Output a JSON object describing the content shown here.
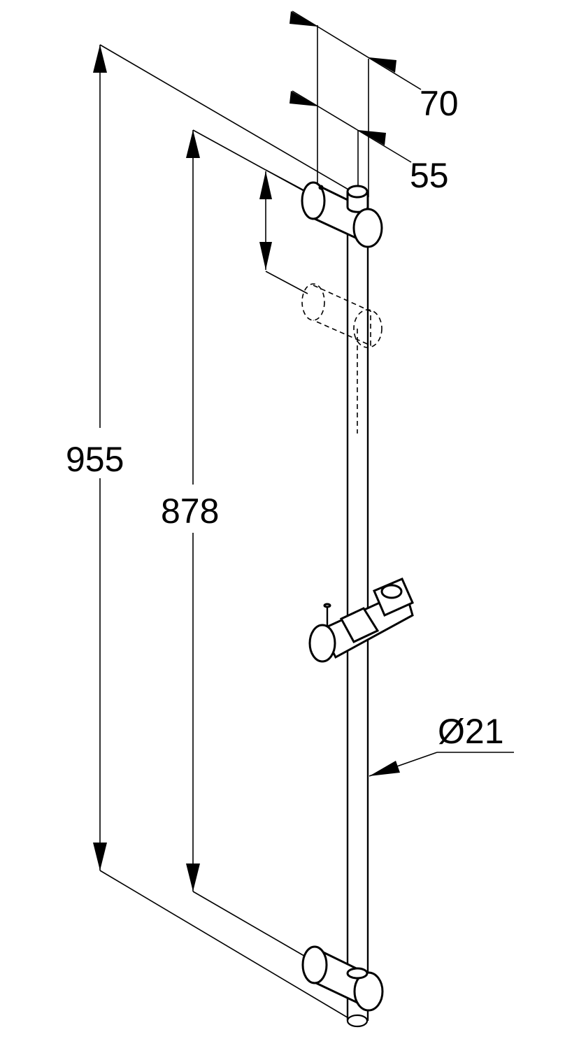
{
  "dimensions": {
    "total_height": "955",
    "rail_length": "878",
    "wall_offset_outer": "70",
    "wall_offset_inner": "55",
    "rail_diameter": "Ø21"
  },
  "colors": {
    "line": "#000000",
    "background": "#ffffff"
  }
}
